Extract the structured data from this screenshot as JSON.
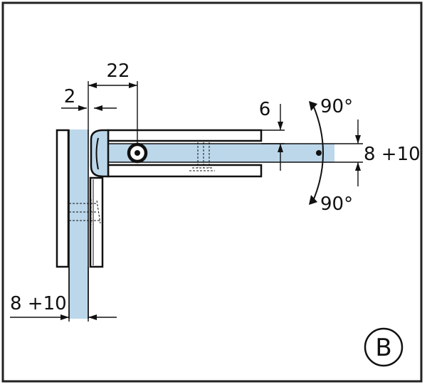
{
  "diagram": {
    "dimensions": {
      "clamp_depth": "22",
      "offset_left": "2",
      "slot_depth": "6",
      "glass_thickness_right": "8 +10",
      "glass_thickness_bottom": "8 +10"
    },
    "angles": {
      "upper": "90°",
      "lower": "90°"
    },
    "badge": "B",
    "colors": {
      "glass": "#bcd7ea",
      "line": "#111111",
      "frame": "#222222"
    }
  }
}
